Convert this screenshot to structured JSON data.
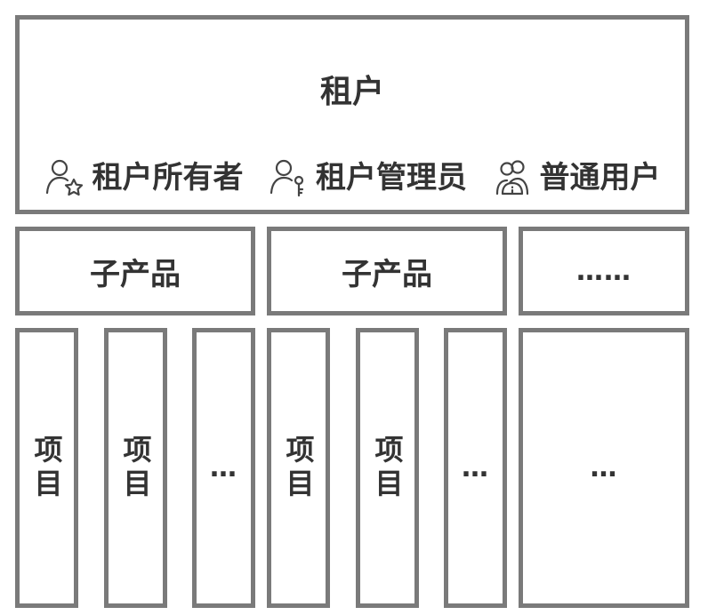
{
  "tenant": {
    "title": "租户",
    "roles": [
      {
        "label": "租户所有者",
        "icon": "user-star-icon"
      },
      {
        "label": "租户管理员",
        "icon": "user-key-icon"
      },
      {
        "label": "普通用户",
        "icon": "user-group-icon"
      }
    ]
  },
  "subproducts": [
    {
      "label": "子产品"
    },
    {
      "label": "子产品"
    },
    {
      "label": "……"
    }
  ],
  "projects": [
    {
      "label": "项目"
    },
    {
      "label": "项目"
    },
    {
      "label": "…"
    },
    {
      "label": "项目"
    },
    {
      "label": "项目"
    },
    {
      "label": "…"
    },
    {
      "label": "…"
    }
  ],
  "colors": {
    "border": "#7a7a7a",
    "text": "#333333",
    "background": "#ffffff"
  }
}
